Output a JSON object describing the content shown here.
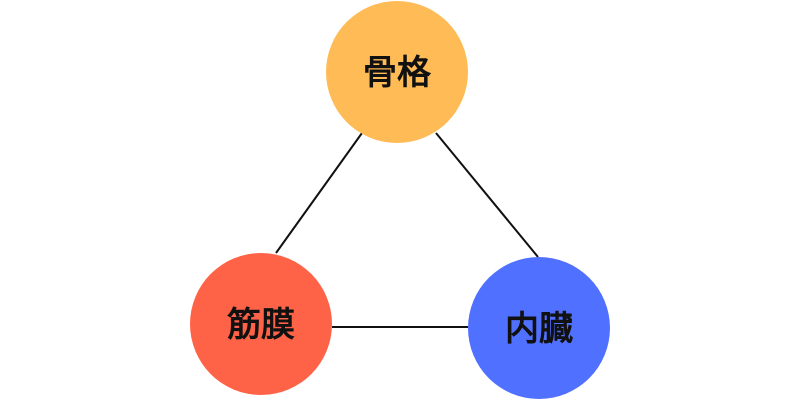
{
  "diagram": {
    "nodes": {
      "skeleton": {
        "label": "骨格",
        "color": "#FFBB55"
      },
      "fascia": {
        "label": "筋膜",
        "color": "#FF6347"
      },
      "organs": {
        "label": "内臓",
        "color": "#5070FF"
      }
    },
    "edges": [
      {
        "from": "skeleton",
        "to": "fascia"
      },
      {
        "from": "skeleton",
        "to": "organs"
      },
      {
        "from": "fascia",
        "to": "organs"
      }
    ]
  }
}
